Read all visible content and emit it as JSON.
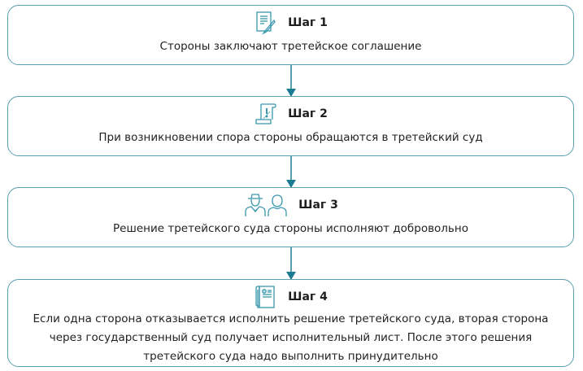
{
  "colors": {
    "border": "#5a9fb0",
    "arrow": "#1c7b92",
    "icon": "#3a97ae"
  },
  "steps": [
    {
      "title": "Шаг 1",
      "icon": "document-pen-icon",
      "text": "Стороны заключают третейское соглашение"
    },
    {
      "title": "Шаг 2",
      "icon": "scroll-exclamation-icon",
      "text": "При возникновении спора стороны обращаются в третейский суд"
    },
    {
      "title": "Шаг 3",
      "icon": "two-people-icon",
      "text": "Решение третейского суда стороны исполняют добровольно"
    },
    {
      "title": "Шаг 4",
      "icon": "official-document-icon",
      "text": "Если одна сторона отказывается исполнить решение третейского суда, вторая сторона через государственный суд получает исполнительный лист. После этого решения третейского суда надо выполнить принудительно"
    }
  ]
}
